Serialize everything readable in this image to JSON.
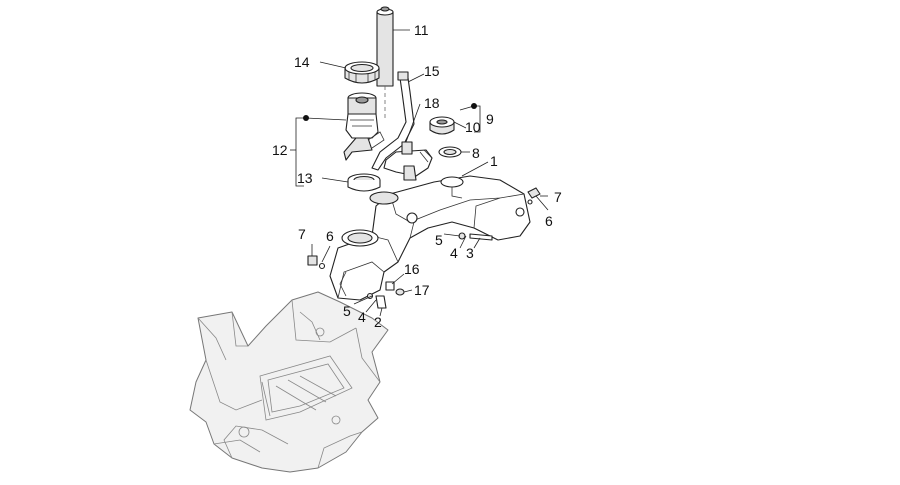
{
  "callouts": {
    "c1": "1",
    "c2": "2",
    "c3": "3",
    "c4a": "4",
    "c4b": "4",
    "c5a": "5",
    "c5b": "5",
    "c6a": "6",
    "c6b": "6",
    "c7a": "7",
    "c7b": "7",
    "c8": "8",
    "c9": "9",
    "c10": "10",
    "c11": "11",
    "c12": "12",
    "c13": "13",
    "c14": "14",
    "c15": "15",
    "c16": "16",
    "c17": "17",
    "c18": "18"
  }
}
